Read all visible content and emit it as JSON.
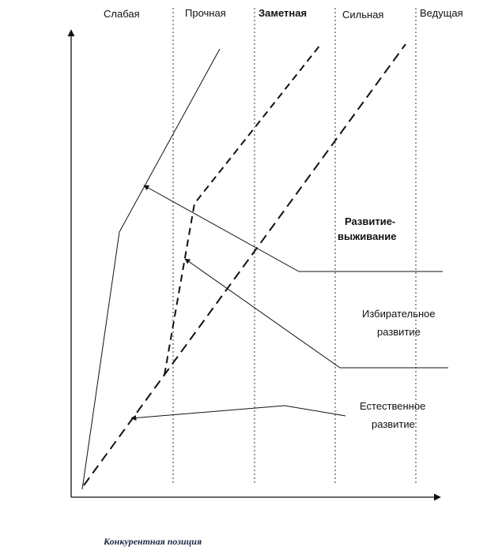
{
  "diagram": {
    "zones": [
      {
        "label": "Слабая"
      },
      {
        "label": "Прочная"
      },
      {
        "label": "Заметная"
      },
      {
        "label": "Сильная"
      },
      {
        "label": "Ведущая"
      }
    ],
    "annotations": {
      "survival": {
        "line1": "Развитие-",
        "line2": "выживание"
      },
      "selective": {
        "line1": "Избирательное",
        "line2": "развитие"
      },
      "natural": {
        "line1": "Естественное",
        "line2": "развитие"
      }
    },
    "x_axis_title": "Конкурентная позиция",
    "colors": {
      "ink": "#111111",
      "caption": "#1f2a44"
    }
  }
}
